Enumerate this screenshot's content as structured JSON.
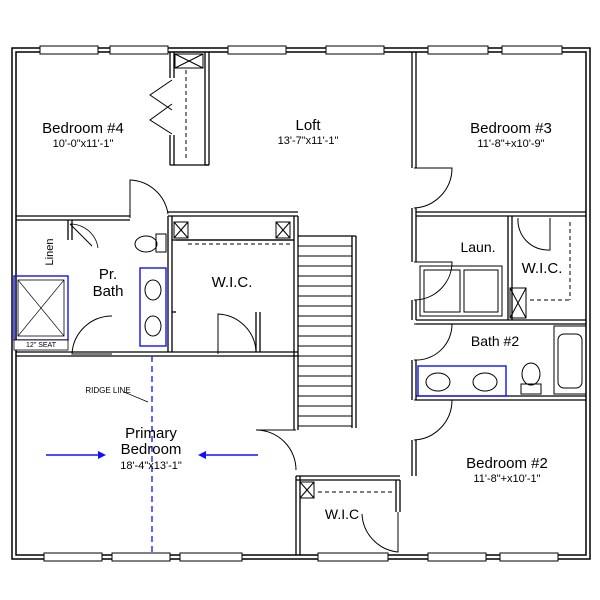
{
  "rooms": {
    "bedroom4": {
      "name": "Bedroom #4",
      "dims": "10'-0\"x11'-1\""
    },
    "loft": {
      "name": "Loft",
      "dims": "13'-7\"x11'-1\""
    },
    "bedroom3": {
      "name": "Bedroom #3",
      "dims": "11'-8\"+x10'-9\""
    },
    "linen": {
      "name": "Linen"
    },
    "pr_bath": {
      "line1": "Pr.",
      "line2": "Bath"
    },
    "wic_primary": {
      "name": "W.I.C."
    },
    "laundry": {
      "name": "Laun."
    },
    "wic_bed3": {
      "name": "W.I.C."
    },
    "bath2": {
      "name": "Bath #2"
    },
    "primary": {
      "line1": "Primary",
      "line2": "Bedroom",
      "dims": "18'-4\"x13'-1\""
    },
    "bedroom2": {
      "name": "Bedroom #2",
      "dims": "11'-8\"+x10'-1\""
    },
    "wic_bed2": {
      "name": "W.I.C"
    }
  },
  "annotations": {
    "ridge_line": "RIDGE LINE",
    "seat": "12\" SEAT"
  },
  "colors": {
    "wall": "#000000",
    "fixture_accent": "#1010ff",
    "background": "#ffffff"
  }
}
